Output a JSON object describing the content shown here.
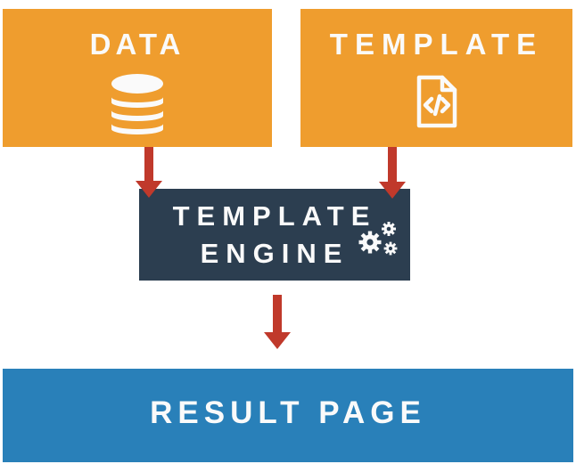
{
  "diagram": {
    "title": "template engine flow diagram",
    "colors": {
      "orange": "#EF9D2E",
      "navy": "#2C3E50",
      "blue": "#2980B9",
      "red": "#C0392B",
      "text": "#FAFAFA",
      "background": "#FFFFFF"
    },
    "nodes": {
      "data": {
        "label": "DATA",
        "icon": "database-icon"
      },
      "template": {
        "label": "TEMPLATE",
        "icon": "code-file-icon"
      },
      "engine": {
        "label_line1": "TEMPLATE",
        "label_line2": "ENGINE",
        "icon": "gears-icon"
      },
      "result": {
        "label": "RESULT PAGE"
      }
    },
    "arrows": [
      {
        "name": "data-to-engine",
        "direction": "down"
      },
      {
        "name": "template-to-engine",
        "direction": "down"
      },
      {
        "name": "engine-to-result",
        "direction": "down"
      }
    ]
  }
}
